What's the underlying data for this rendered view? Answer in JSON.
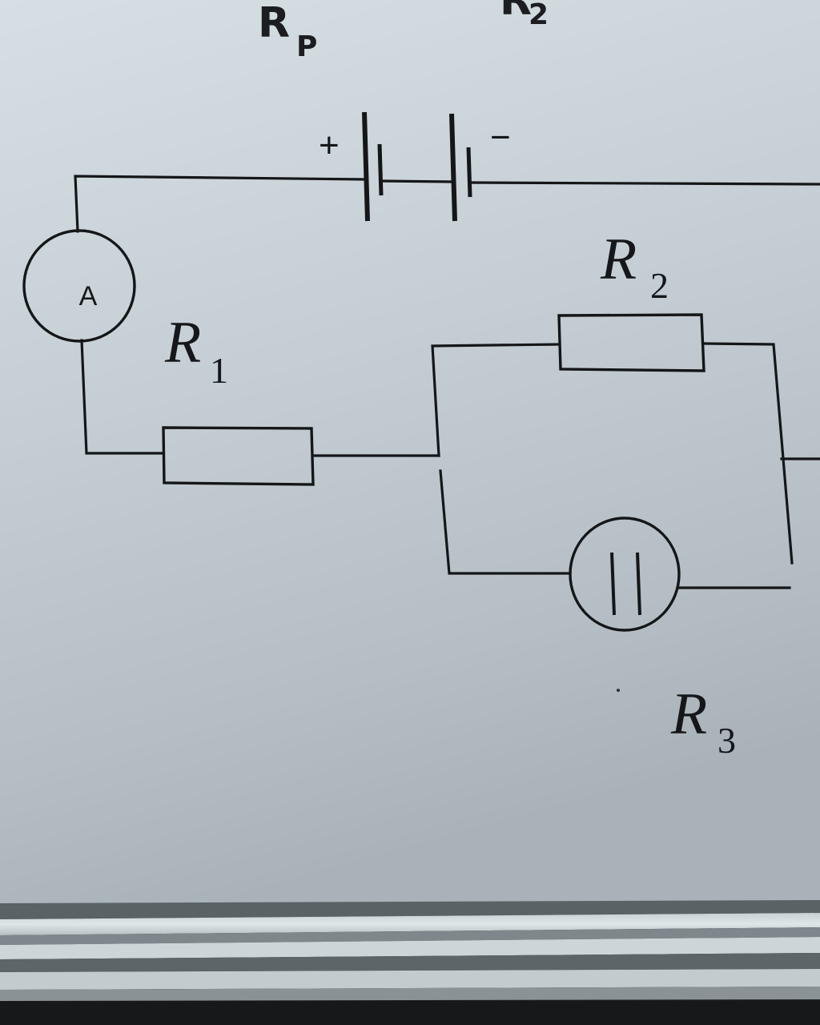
{
  "diagram": {
    "top_labels": {
      "left": {
        "main": "R",
        "sub": "P"
      },
      "right": {
        "main": "R",
        "sub": "2"
      }
    },
    "battery": {
      "plus": "+",
      "minus": "−"
    },
    "ammeter": {
      "label": "A"
    },
    "r1": {
      "main": "R",
      "sub": "1"
    },
    "r2": {
      "main": "R",
      "sub": "2"
    },
    "r3": {
      "main": "R",
      "sub": "3"
    },
    "colors": {
      "paper": "#c9d3d9",
      "ink": "#141618",
      "shadow": "#4e5558"
    }
  }
}
